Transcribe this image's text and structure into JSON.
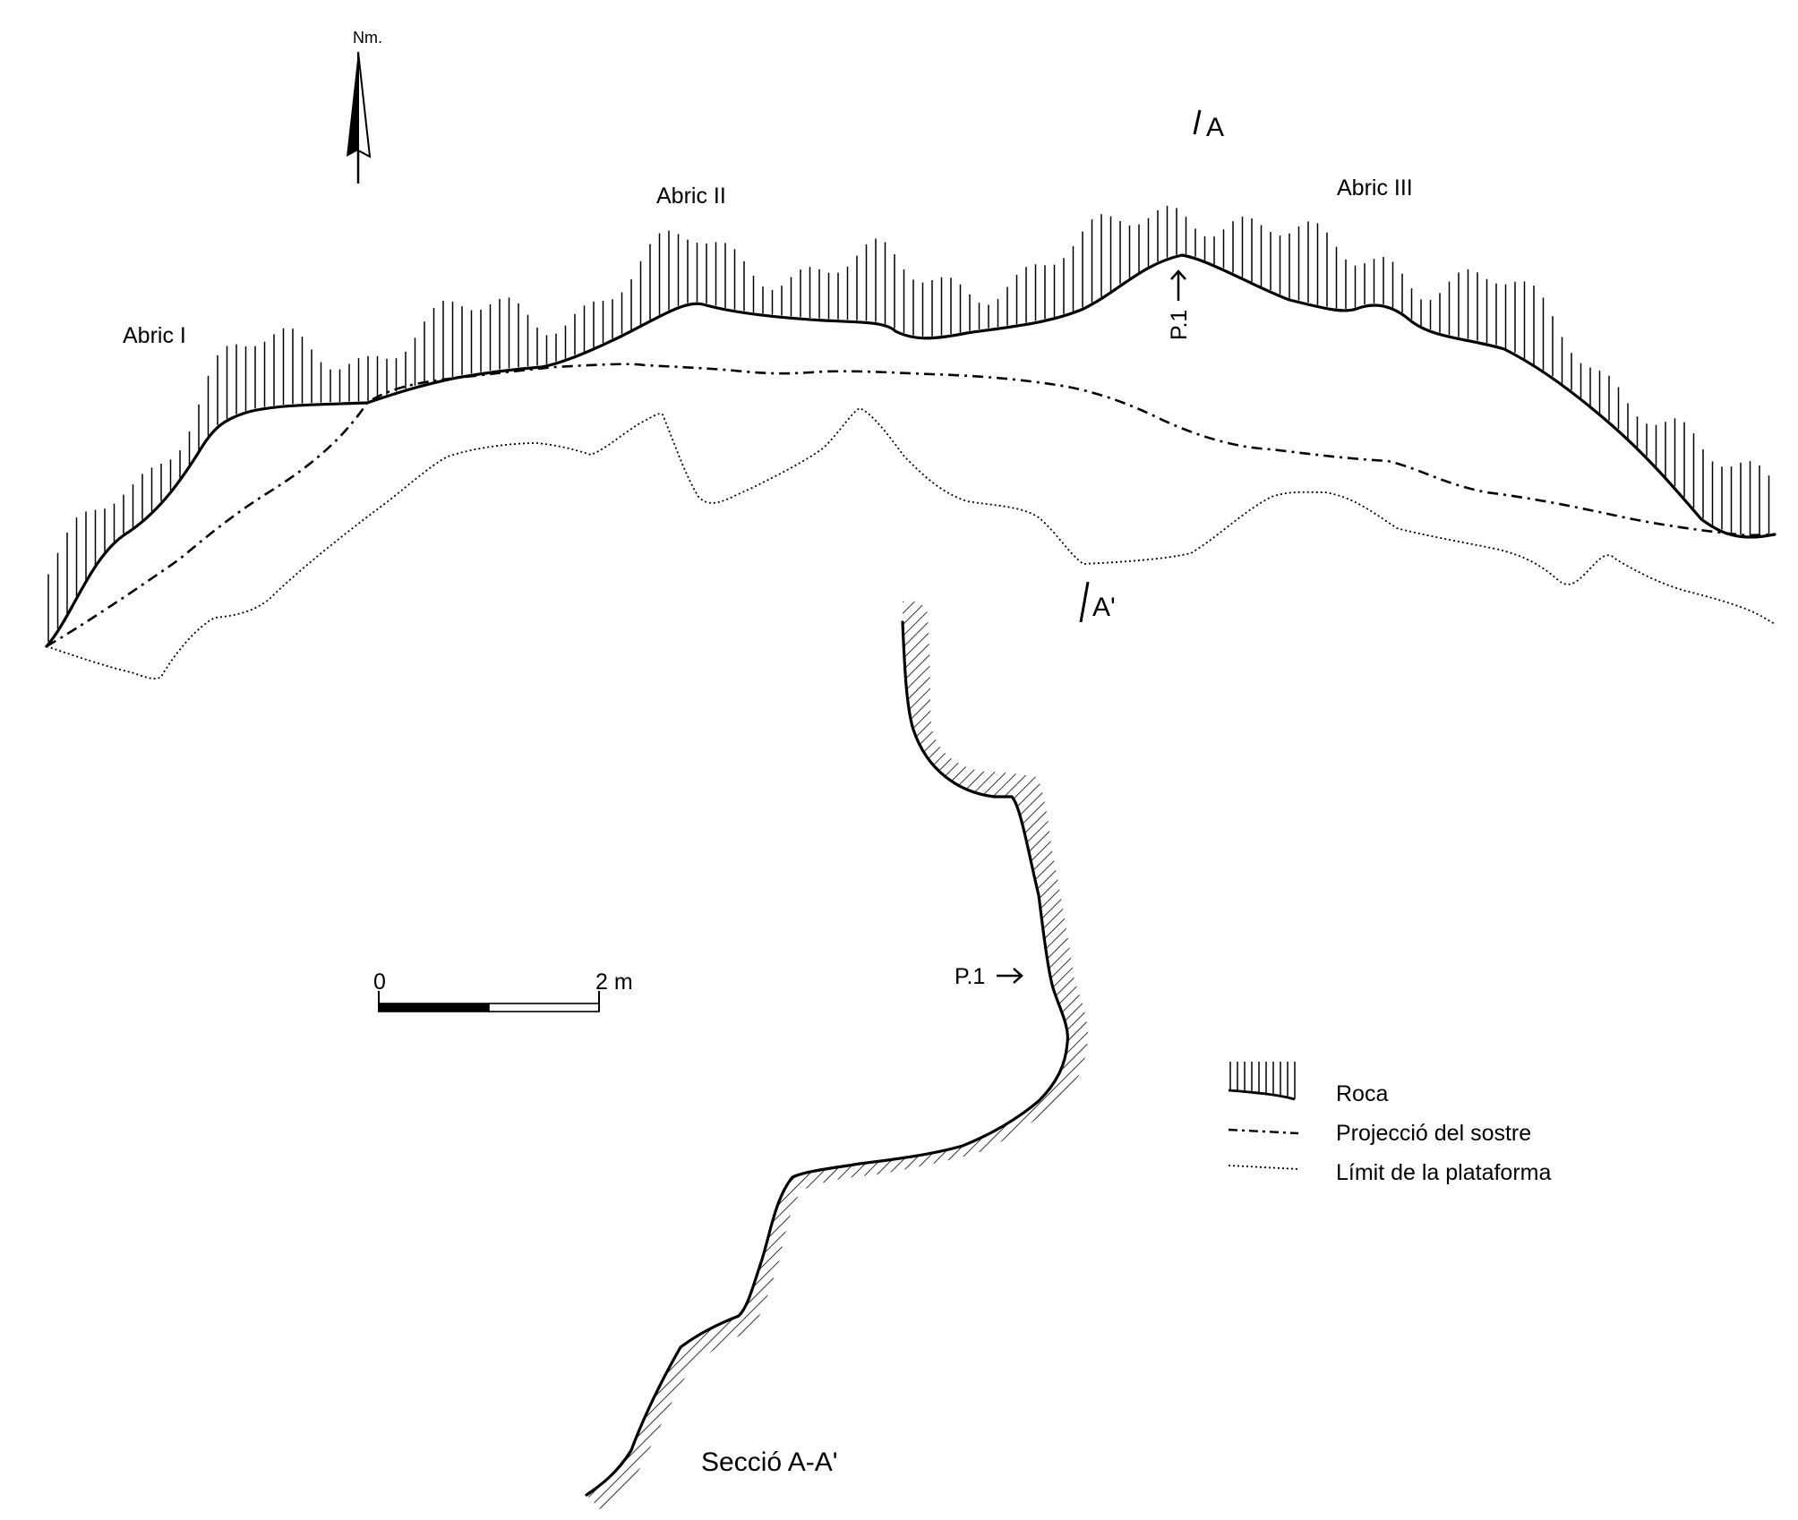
{
  "north_label": "Nm.",
  "sites": {
    "abric1": "Abric I",
    "abric2": "Abric II",
    "abric3": "Abric III"
  },
  "section_marks": {
    "a": "A",
    "a_prime": "A'"
  },
  "point_label": "P.1",
  "scale_bar": {
    "start": "0",
    "end": "2 m"
  },
  "legend": {
    "rock": "Roca",
    "roof_projection": "Projecció del sostre",
    "platform_limit": "Límit de la plataforma"
  },
  "section_title": "Secció A-A'",
  "colors": {
    "ink": "#000000",
    "background": "#ffffff"
  }
}
